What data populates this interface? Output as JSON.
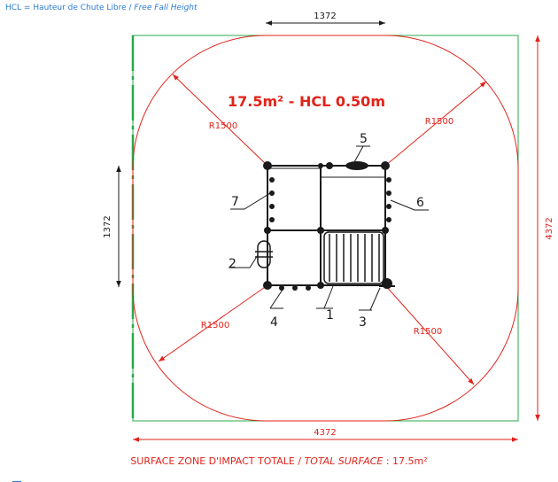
{
  "legend": {
    "prefix": "HCL = Hauteur de Chute Libre / ",
    "italic": "Free Fall Height"
  },
  "title": "17.5m² - HCL 0.50m",
  "dimensions": {
    "top": "1372",
    "left": "1372",
    "bottom": "4372",
    "right": "4372"
  },
  "radius_labels": {
    "top_left": "R1500",
    "top_right": "R1500",
    "bottom_left": "R1500",
    "bottom_right": "R1500"
  },
  "item_numbers": [
    "1",
    "2",
    "3",
    "4",
    "5",
    "6",
    "7"
  ],
  "surface": {
    "prefix": "SURFACE ZONE D'IMPACT TOTALE / ",
    "italic": "TOTAL SURFACE",
    "suffix": " : 17.5m²"
  },
  "colors": {
    "accent_red": "#e2231a",
    "boundary_green": "#2aa84a",
    "legend_blue": "#2a7bd6",
    "equipment": "#1a1a1a"
  }
}
